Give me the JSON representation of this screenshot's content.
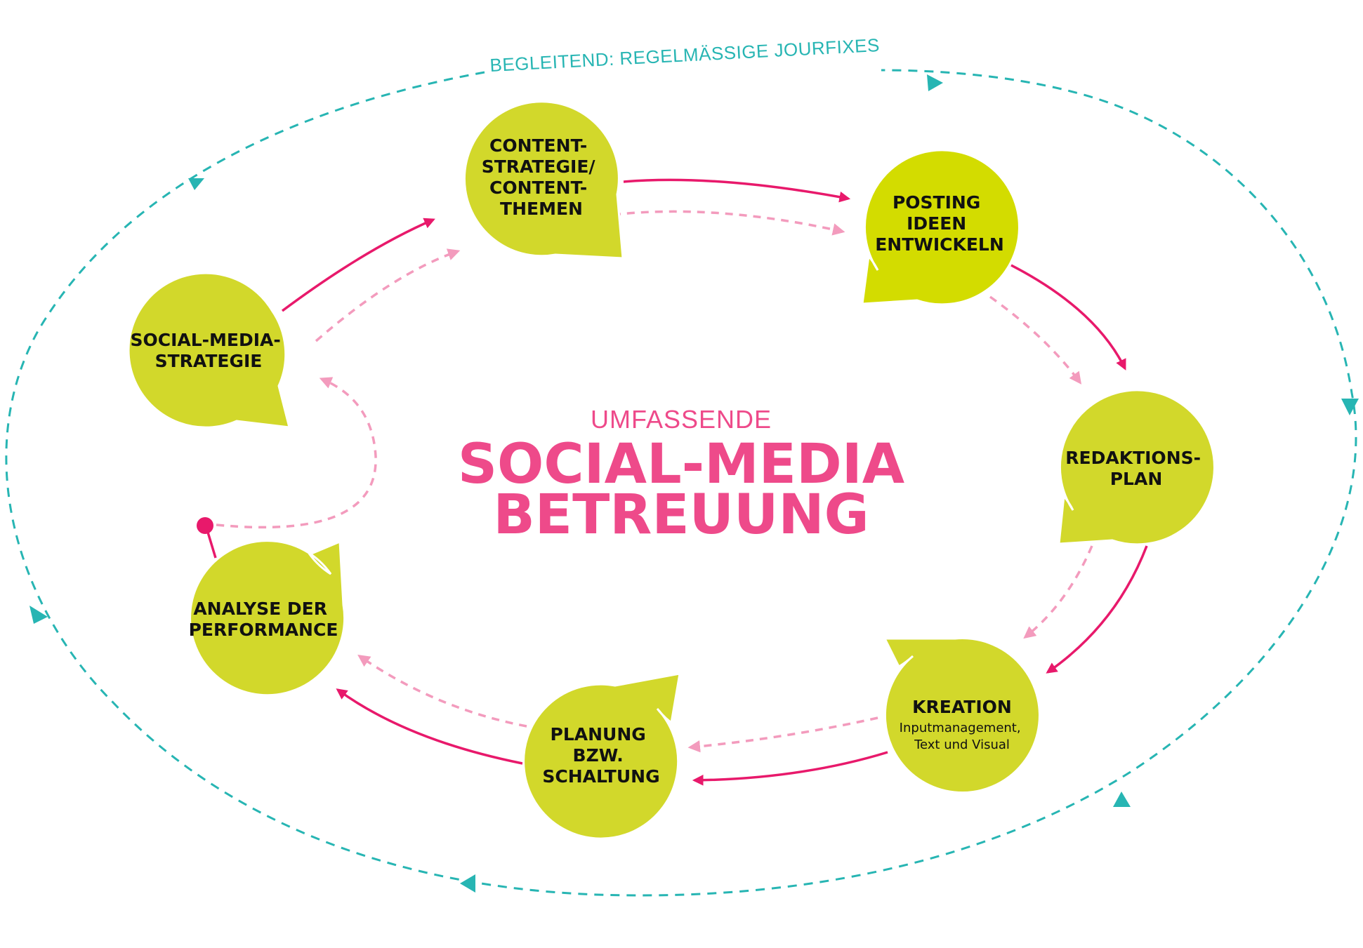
{
  "colors": {
    "node_fill": "#d2d82b",
    "node_fill_alt": "#d3dc00",
    "arrow_solid": "#e8196b",
    "arrow_dashed": "#f39bbd",
    "outer_cycle": "#27b5b3",
    "title": "#ee4a8a"
  },
  "outer_cycle_label": "BEGLEITEND: REGELMÄSSIGE JOURFIXES",
  "center_title": {
    "small": "UMFASSENDE",
    "line1": "SOCIAL-MEDIA",
    "line2": "BETREUUNG"
  },
  "nodes": {
    "social_media_strategie": {
      "lines": [
        "SOCIAL-MEDIA-",
        "STRATEGIE"
      ]
    },
    "content_strategie": {
      "lines": [
        "CONTENT-",
        "STRATEGIE/",
        "CONTENT-",
        "THEMEN"
      ]
    },
    "posting_ideen": {
      "lines": [
        "POSTING",
        "IDEEN",
        "ENTWICKELN"
      ]
    },
    "redaktionsplan": {
      "lines": [
        "REDAKTIONS-",
        "PLAN"
      ]
    },
    "kreation": {
      "lines": [
        "KREATION"
      ],
      "sub": [
        "Inputmanagement,",
        "Text und Visual"
      ]
    },
    "planung": {
      "lines": [
        "PLANUNG",
        "BZW.",
        "SCHALTUNG"
      ]
    },
    "analyse": {
      "lines": [
        "ANALYSE DER",
        "PERFORMANCE"
      ]
    }
  }
}
